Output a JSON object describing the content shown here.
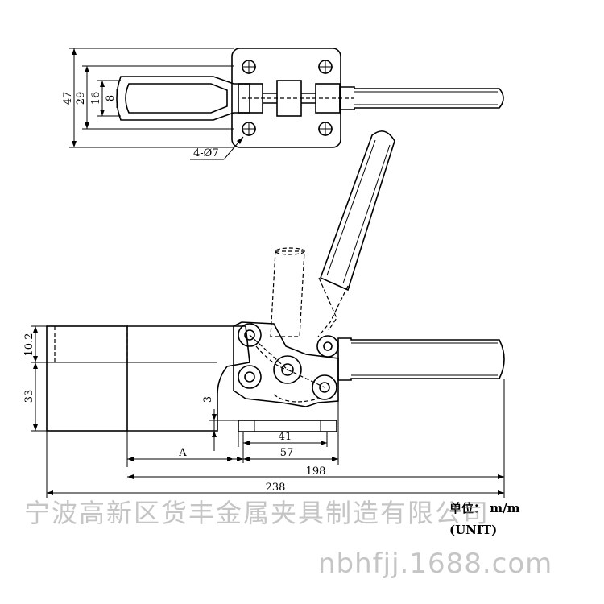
{
  "dimensions": {
    "top_view": [
      "47",
      "29",
      "16",
      "8"
    ],
    "holes": "4-Ø7",
    "side_left_top": "10.2",
    "side_left_bottom": "33",
    "height_3": "3",
    "base_41": "41",
    "base_57": "57",
    "length_A": "A",
    "length_198": "198",
    "length_238": "238"
  },
  "units": {
    "label": "单位： m/m",
    "unit_en": "(UNIT)"
  },
  "watermark": {
    "company": "宁波高新区货丰金属夹具制造有限公司",
    "site": "nbhfjj.1688.com"
  }
}
